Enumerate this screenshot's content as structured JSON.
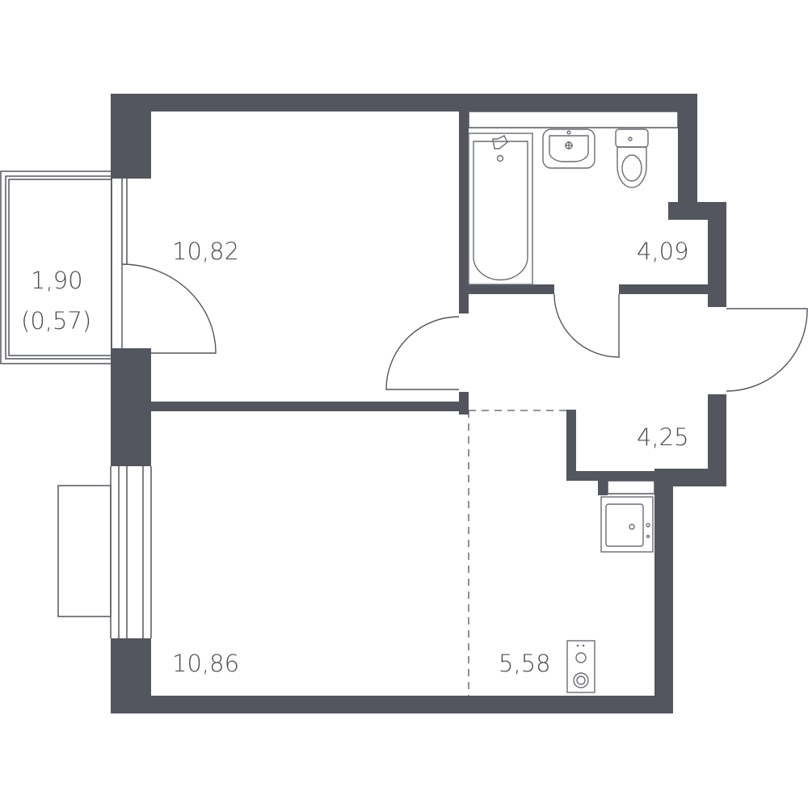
{
  "rooms": {
    "room_top": {
      "area": "10,82"
    },
    "room_bottom": {
      "area": "10,86"
    },
    "bathroom": {
      "area": "4,09"
    },
    "hallway": {
      "area": "4,25"
    },
    "kitchen": {
      "area": "5,58"
    },
    "balcony": {
      "area": "1,90",
      "area_reduced": "(0,57)"
    }
  }
}
